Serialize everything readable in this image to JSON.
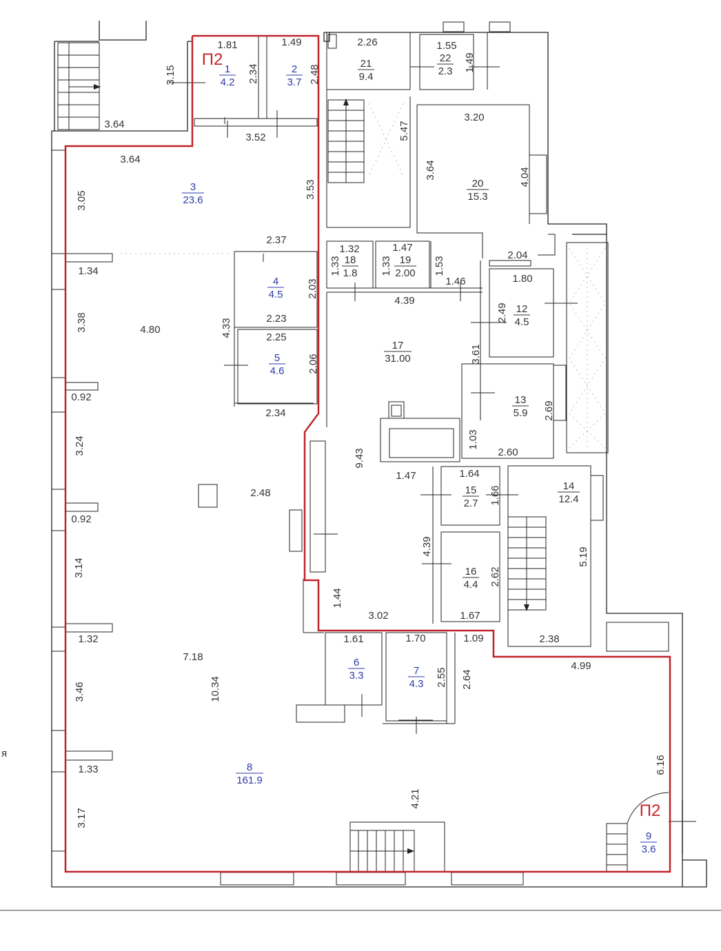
{
  "plan": {
    "section_markers": [
      "П2",
      "П2"
    ],
    "rooms": [
      {
        "number": "1",
        "area": "4.2",
        "color": "#2b3aa8"
      },
      {
        "number": "2",
        "area": "3.7",
        "color": "#2b3aa8"
      },
      {
        "number": "3",
        "area": "23.6",
        "color": "#2b3aa8"
      },
      {
        "number": "4",
        "area": "4.5",
        "color": "#2b3aa8"
      },
      {
        "number": "5",
        "area": "4.6",
        "color": "#2b3aa8"
      },
      {
        "number": "6",
        "area": "3.3",
        "color": "#2b3aa8"
      },
      {
        "number": "7",
        "area": "4.3",
        "color": "#2b3aa8"
      },
      {
        "number": "8",
        "area": "161.9",
        "color": "#2b3aa8"
      },
      {
        "number": "9",
        "area": "3.6",
        "color": "#2b3aa8"
      },
      {
        "number": "12",
        "area": "4.5",
        "color": "#333333"
      },
      {
        "number": "13",
        "area": "5.9",
        "color": "#333333"
      },
      {
        "number": "14",
        "area": "12.4",
        "color": "#333333"
      },
      {
        "number": "15",
        "area": "2.7",
        "color": "#333333"
      },
      {
        "number": "16",
        "area": "4.4",
        "color": "#333333"
      },
      {
        "number": "17",
        "area": "31.00",
        "color": "#333333"
      },
      {
        "number": "18",
        "area": "1.8",
        "color": "#333333"
      },
      {
        "number": "19",
        "area": "2.00",
        "color": "#333333"
      },
      {
        "number": "20",
        "area": "15.3",
        "color": "#333333"
      },
      {
        "number": "21",
        "area": "9.4",
        "color": "#333333"
      },
      {
        "number": "22",
        "area": "2.3",
        "color": "#333333"
      }
    ],
    "dimensions": [
      "1.81",
      "1.49",
      "2.34",
      "2.48",
      "3.15",
      "3.64",
      "3.52",
      "3.64",
      "3.05",
      "3.53",
      "2.26",
      "1.55",
      "1.49",
      "5.47",
      "3.20",
      "3.64",
      "4.04",
      "2.37",
      "1.34",
      "2.03",
      "1.32",
      "1.47",
      "1.33",
      "1.33",
      "1.53",
      "2.04",
      "1.80",
      "1.46",
      "4.39",
      "2.49",
      "3.38",
      "4.80",
      "4.33",
      "2.23",
      "2.25",
      "3.61",
      "2.06",
      "0.92",
      "2.69",
      "2.34",
      "3.24",
      "9.43",
      "1.03",
      "2.60",
      "1.64",
      "1.47",
      "1.66",
      "2.48",
      "0.92",
      "5.19",
      "4.39",
      "3.14",
      "2.62",
      "1.44",
      "3.02",
      "1.67",
      "1.32",
      "1.61",
      "1.70",
      "1.09",
      "2.38",
      "7.18",
      "4.99",
      "3.46",
      "10.34",
      "2.55",
      "2.64",
      "1.33",
      "6.16",
      "4.21",
      "3.17"
    ],
    "side_mark": "я"
  }
}
